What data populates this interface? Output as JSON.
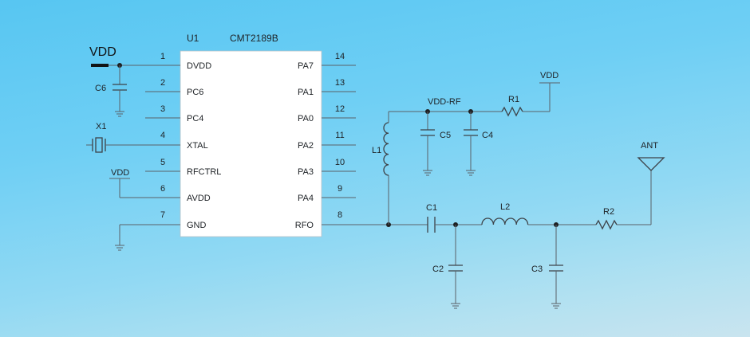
{
  "chip": {
    "ref": "U1",
    "part": "CMT2189B",
    "left_pins": [
      {
        "num": "1",
        "name": "DVDD"
      },
      {
        "num": "2",
        "name": "PC6"
      },
      {
        "num": "3",
        "name": "PC4"
      },
      {
        "num": "4",
        "name": "XTAL"
      },
      {
        "num": "5",
        "name": "RFCTRL"
      },
      {
        "num": "6",
        "name": "AVDD"
      },
      {
        "num": "7",
        "name": "GND"
      }
    ],
    "right_pins": [
      {
        "num": "14",
        "name": "PA7"
      },
      {
        "num": "13",
        "name": "PA1"
      },
      {
        "num": "12",
        "name": "PA0"
      },
      {
        "num": "11",
        "name": "PA2"
      },
      {
        "num": "10",
        "name": "PA3"
      },
      {
        "num": "9",
        "name": "PA4"
      },
      {
        "num": "8",
        "name": "RFO"
      }
    ]
  },
  "labels": {
    "vdd_main": "VDD",
    "c6": "C6",
    "x1": "X1",
    "vdd_avdd": "VDD",
    "vdd_rf": "VDD-RF",
    "r1": "R1",
    "vdd_r1": "VDD",
    "l1": "L1",
    "c5": "C5",
    "c4": "C4",
    "c1": "C1",
    "l2": "L2",
    "r2": "R2",
    "ant": "ANT",
    "c2": "C2",
    "c3": "C3"
  }
}
